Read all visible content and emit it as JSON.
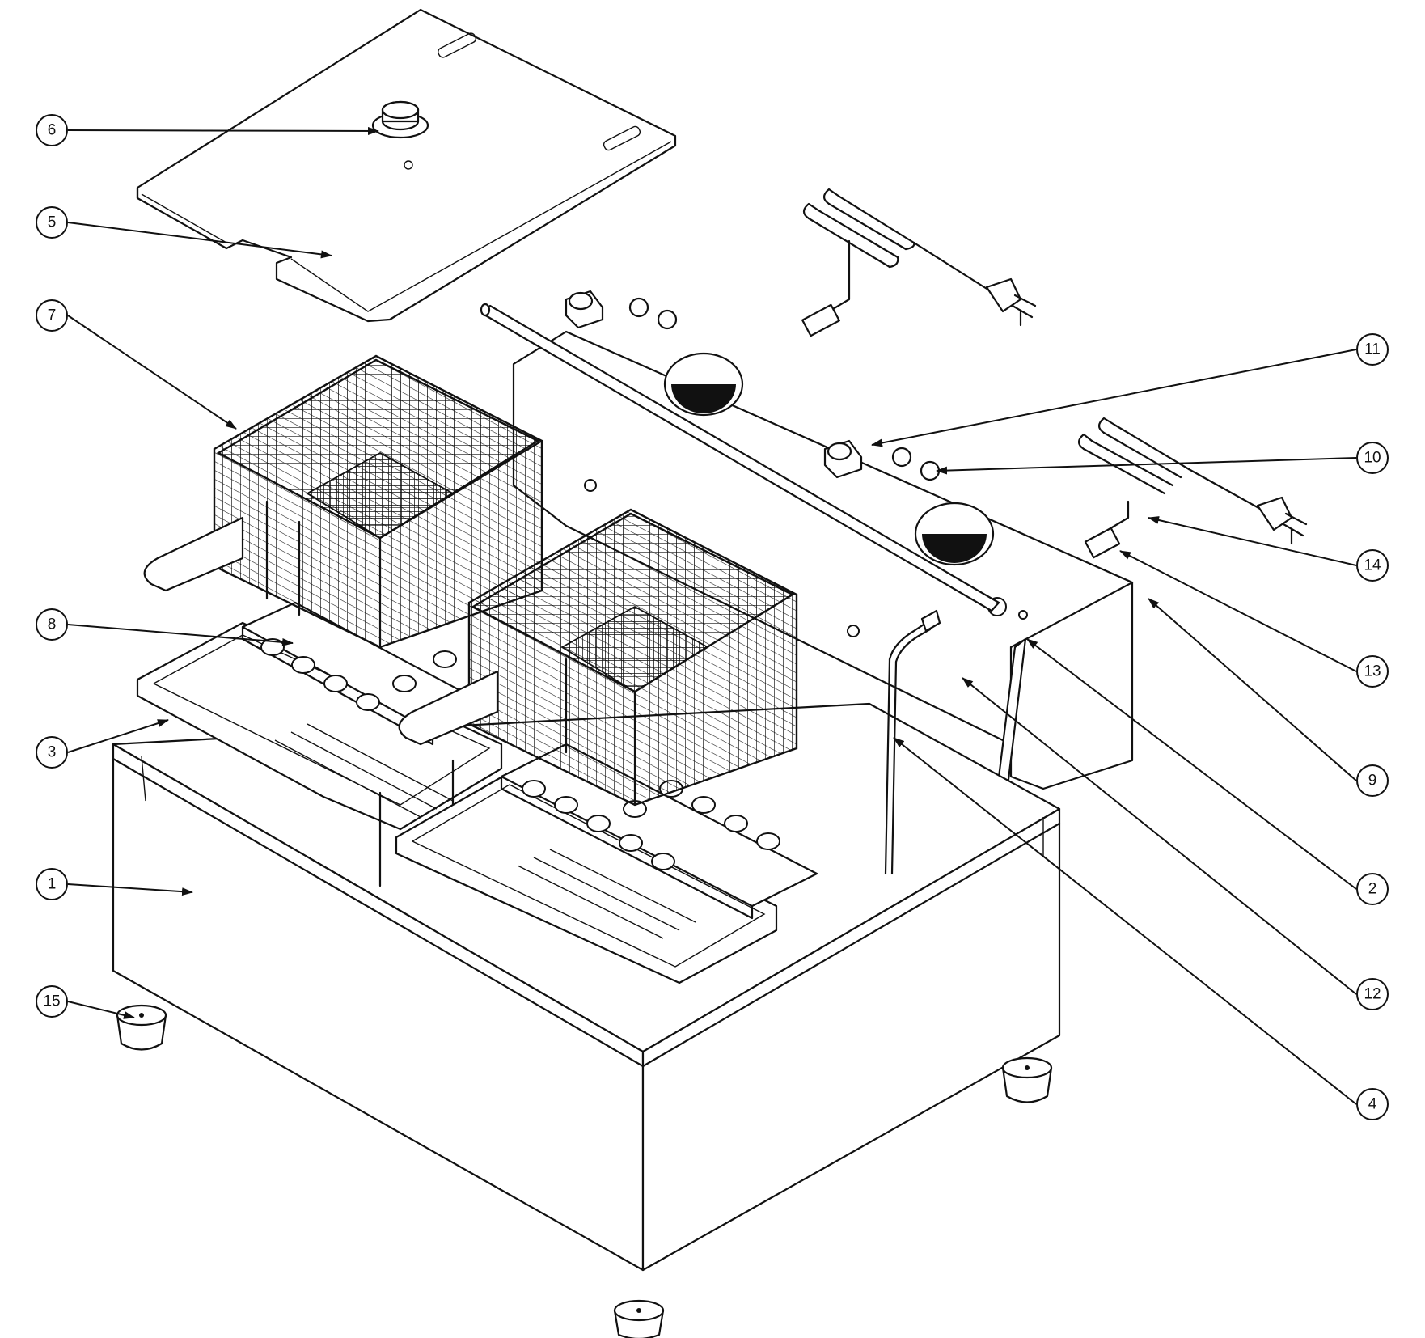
{
  "diagram": {
    "callouts": [
      {
        "id": "c6",
        "label": "6"
      },
      {
        "id": "c5",
        "label": "5"
      },
      {
        "id": "c7",
        "label": "7"
      },
      {
        "id": "c8",
        "label": "8"
      },
      {
        "id": "c3",
        "label": "3"
      },
      {
        "id": "c1",
        "label": "1"
      },
      {
        "id": "c15",
        "label": "15"
      },
      {
        "id": "c11",
        "label": "11"
      },
      {
        "id": "c10",
        "label": "10"
      },
      {
        "id": "c14",
        "label": "14"
      },
      {
        "id": "c13",
        "label": "13"
      },
      {
        "id": "c9",
        "label": "9"
      },
      {
        "id": "c2",
        "label": "2"
      },
      {
        "id": "c12",
        "label": "12"
      },
      {
        "id": "c4",
        "label": "4"
      }
    ]
  }
}
